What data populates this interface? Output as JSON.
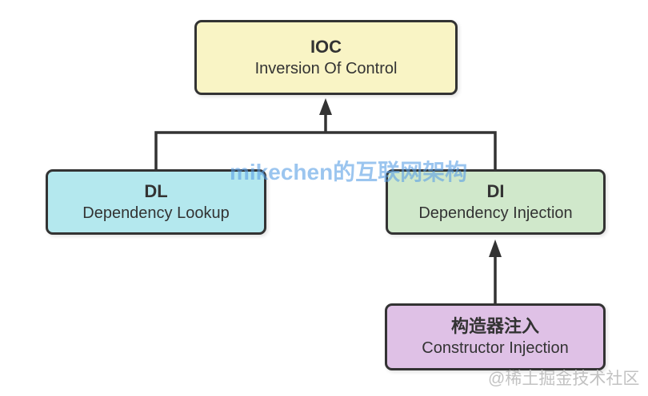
{
  "canvas": {
    "background": "#ffffff",
    "border_color": "#333333",
    "line_color": "#333333",
    "text_color": "#333333"
  },
  "nodes": {
    "ioc": {
      "title": "IOC",
      "subtitle": "Inversion Of Control",
      "fill": "#F9F4C5"
    },
    "dl": {
      "title": "DL",
      "subtitle": "Dependency Lookup",
      "fill": "#B4E8EE"
    },
    "di": {
      "title": "DI",
      "subtitle": "Dependency Injection",
      "fill": "#D0E8CB"
    },
    "ci": {
      "title": "构造器注入",
      "subtitle": "Constructor Injection",
      "fill": "#DFC1E6"
    }
  },
  "edges": [
    {
      "from": "dl",
      "to": "ioc",
      "style": "tree-branch"
    },
    {
      "from": "di",
      "to": "ioc",
      "style": "tree-branch"
    },
    {
      "from": "ci",
      "to": "di",
      "style": "arrow-up"
    }
  ],
  "watermarks": {
    "center": "mikechen的互联网架构",
    "center_color": "#5AA0E6",
    "corner": "@稀土掘金技术社区",
    "corner_color": "#C2C2C2"
  }
}
